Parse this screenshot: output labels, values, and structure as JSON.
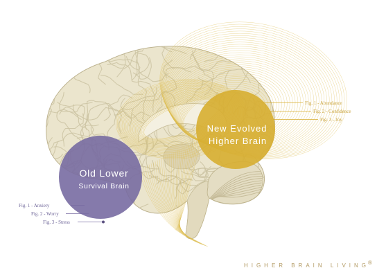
{
  "diagram": {
    "higher_brain": {
      "line1": "New Evolved",
      "line2": "Higher Brain",
      "color": "#d7ae31",
      "label_color": "#c9a23a",
      "figures": [
        "Fig. 1 - Abundance",
        "Fig. 2 - Confidence",
        "Fig. 3 - Joy"
      ]
    },
    "lower_brain": {
      "line1": "Old Lower",
      "line2": "Survival Brain",
      "color": "#786ca2",
      "label_color": "#6f6699",
      "figures": [
        "Fig. 1 - Anxiety",
        "Fig. 2 - Worry",
        "Fig. 3 - Stress"
      ]
    },
    "brain_colors": {
      "fill": "#ebe5cd",
      "fold": "#cbc3a2",
      "wire": "#dcbb4c"
    }
  },
  "brand": {
    "name": "HIGHER BRAIN LIVING",
    "mark": "®",
    "color": "#b39a63"
  }
}
